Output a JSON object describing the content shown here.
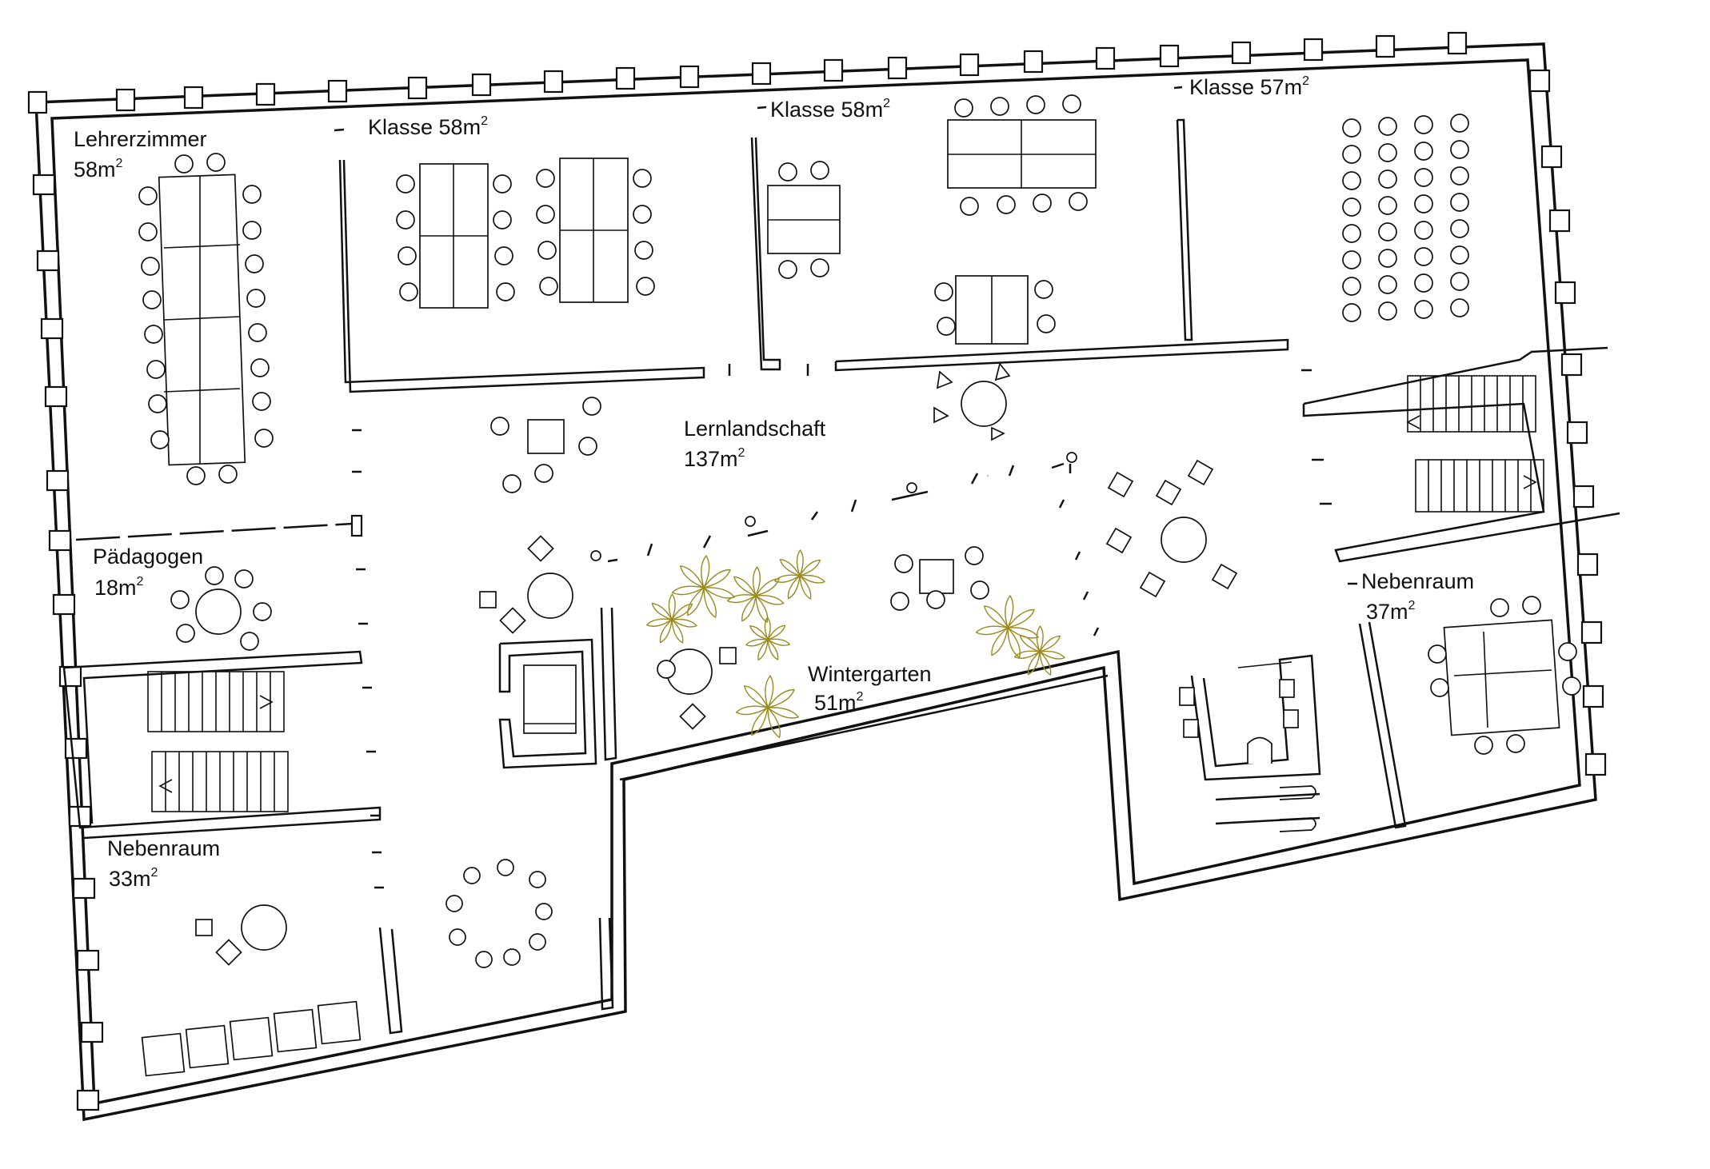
{
  "rooms": {
    "lehrerzimmer": {
      "name": "Lehrerzimmer",
      "area": "58m",
      "unit_exp": "2"
    },
    "klasse1": {
      "name": "Klasse 58m",
      "unit_exp": "2"
    },
    "klasse2": {
      "name": "Klasse 58m",
      "unit_exp": "2"
    },
    "klasse3": {
      "name": "Klasse 57m",
      "unit_exp": "2"
    },
    "lernlandschaft": {
      "name": "Lernlandschaft",
      "area": "137m",
      "unit_exp": "2"
    },
    "paedagogen": {
      "name": "Pädagogen",
      "area": "18m",
      "unit_exp": "2"
    },
    "wintergarten": {
      "name": "Wintergarten",
      "area": "51m",
      "unit_exp": "2"
    },
    "nebenraum_east": {
      "name": "Nebenraum",
      "area": "37m",
      "unit_exp": "2"
    },
    "nebenraum_west": {
      "name": "Nebenraum",
      "area": "33m",
      "unit_exp": "2"
    }
  },
  "colors": {
    "walls": "#111111",
    "plants": "#9a8a1e",
    "background": "#ffffff"
  }
}
